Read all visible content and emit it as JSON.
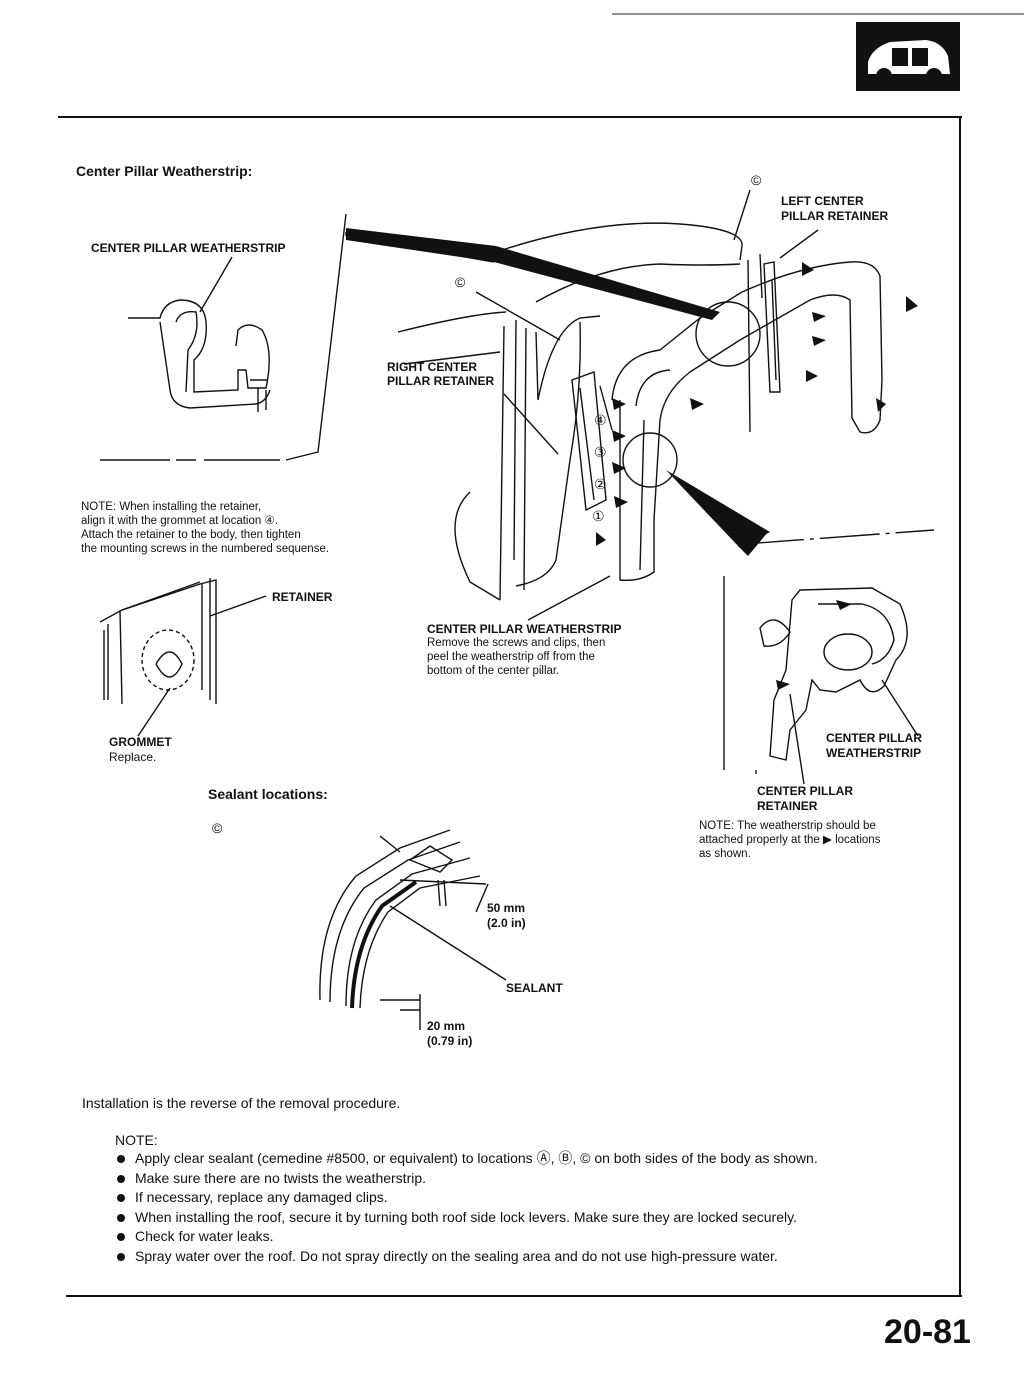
{
  "header": {
    "icon": "car-body-icon"
  },
  "section_title": "Center Pillar Weatherstrip:",
  "labels": {
    "center_pillar_weatherstrip_top": "CENTER PILLAR WEATHERSTRIP",
    "callout_c_top": "©",
    "callout_c_mid": "©",
    "left_center_pillar_retainer_1": "LEFT CENTER",
    "left_center_pillar_retainer_2": "PILLAR RETAINER",
    "right_center_pillar_retainer_1": "RIGHT CENTER",
    "right_center_pillar_retainer_2": "PILLAR RETAINER",
    "num_4": "④",
    "num_3": "③",
    "num_2": "②",
    "num_1": "①",
    "retainer": "RETAINER",
    "grommet": "GROMMET",
    "grommet_sub": "Replace.",
    "cpw_title": "CENTER PILLAR WEATHERSTRIP",
    "cpw_line1": "Remove the screws and clips, then",
    "cpw_line2": "peel the weatherstrip off from the",
    "cpw_line3": "bottom of the center pillar.",
    "detail_cpw_1": "CENTER PILLAR",
    "detail_cpw_2": "WEATHERSTRIP",
    "detail_cpr_1": "CENTER PILLAR",
    "detail_cpr_2": "RETAINER",
    "sealant_locations": "Sealant locations:",
    "callout_c_sealant": "©",
    "dim_50_1": "50 mm",
    "dim_50_2": "(2.0 in)",
    "sealant": "SEALANT",
    "dim_20_1": "20 mm",
    "dim_20_2": "(0.79 in)"
  },
  "note_retainer": {
    "line1": "NOTE: When installing the retainer,",
    "line2": "align it with the grommet at location ④.",
    "line3": "Attach the retainer to the body, then tighten",
    "line4": "the mounting screws in the numbered sequense."
  },
  "note_weatherstrip": {
    "line1": "NOTE: The weatherstrip should be",
    "line2": "attached properly at the ▶ locations",
    "line3": "as shown."
  },
  "install_text": "Installation is the reverse of the removal procedure.",
  "notes_heading": "NOTE:",
  "notes": [
    "Apply clear sealant (cemedine #8500, or equivalent) to locations Ⓐ, Ⓑ, © on both sides of the body as shown.",
    "Make sure there are no twists the weatherstrip.",
    "If necessary, replace any damaged clips.",
    "When installing the roof, secure it by turning both roof side lock levers. Make sure they are locked securely.",
    "Check for water leaks.",
    "Spray water over the roof. Do not spray directly on the sealing area and do not use high-pressure water."
  ],
  "page_number": "20-81"
}
